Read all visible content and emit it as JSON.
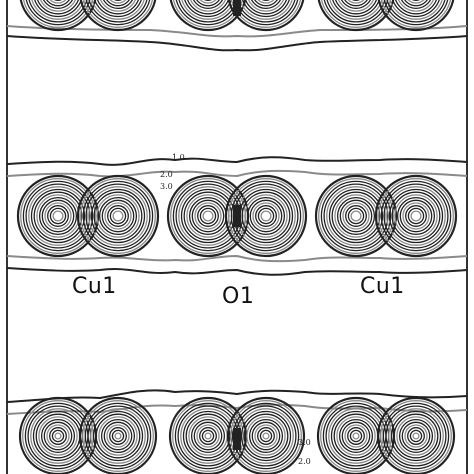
{
  "atom_labels": {
    "cu1_left": "Cu1",
    "o1": "O1",
    "cu1_right": "Cu1"
  },
  "contour_labels": {
    "c1": "1.0",
    "c2": "2.0",
    "c3": "3.0",
    "bottom_c3": "3.0",
    "bottom_c2": "2.0"
  },
  "colors": {
    "dark_contour": "#222222",
    "light_contour": "#8a8a8a",
    "background": "#ffffff"
  }
}
